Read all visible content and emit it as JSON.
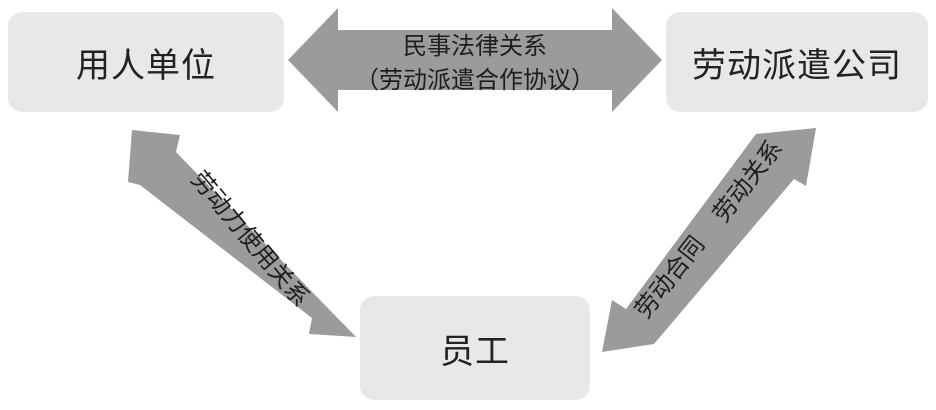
{
  "nodes": {
    "employer": "用人单位",
    "agency": "劳动派遣公司",
    "employee": "员工"
  },
  "relations": {
    "top_line1": "民事法律关系",
    "top_line2": "（劳动派遣合作协议）",
    "left": "劳动力使用关系",
    "right_line1": "劳动关系",
    "right_line2": "劳动合同"
  },
  "colors": {
    "node_fill": "#e8e8e8",
    "arrow_fill": "#9b9b9b"
  }
}
